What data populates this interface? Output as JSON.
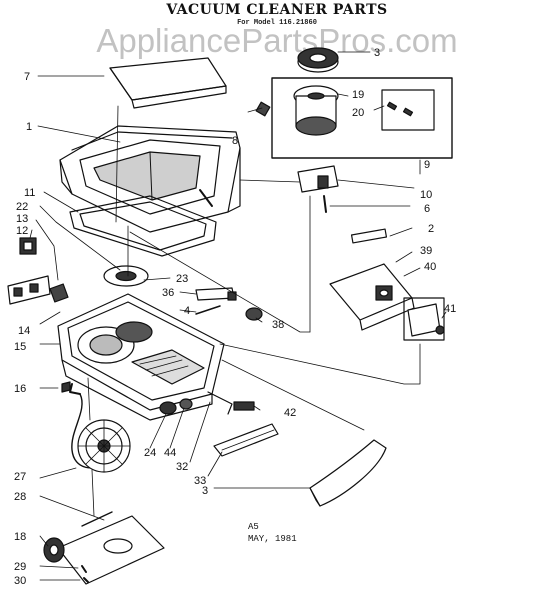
{
  "header": {
    "title": "VACUUM CLEANER PARTS",
    "subtitle": "For Model 116.21860"
  },
  "watermark": "AppliancePartsPros.com",
  "footer": {
    "code": "A5",
    "date": "MAY, 1981"
  },
  "callouts": {
    "c1": "1",
    "c2": "2",
    "c3_top": "3",
    "c3_bottom": "3",
    "c6": "6",
    "c7": "7",
    "c8": "8",
    "c9": "9",
    "c10": "10",
    "c11": "11",
    "c12": "12",
    "c13": "13",
    "c14": "14",
    "c15": "15",
    "c16": "16",
    "c18": "18",
    "c19": "19",
    "c20": "20",
    "c22": "22",
    "c23": "23",
    "c24": "24",
    "c27": "27",
    "c28": "28",
    "c29": "29",
    "c30": "30",
    "c32": "32",
    "c33": "33",
    "c36": "36",
    "c38": "38",
    "c39": "39",
    "c40": "40",
    "c41": "41",
    "c42": "42",
    "c44": "44",
    "c4": "4"
  },
  "colors": {
    "ink": "#111111",
    "watermark": "#b8b8b8"
  }
}
